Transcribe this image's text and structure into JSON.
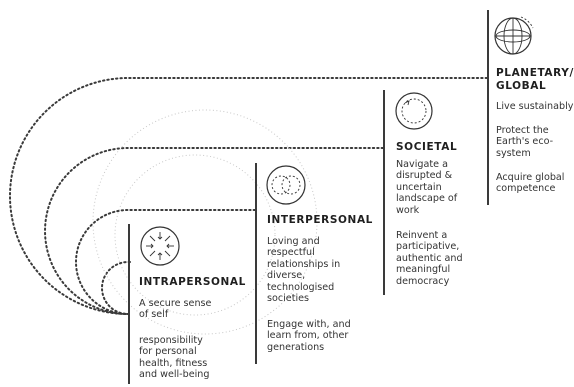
{
  "levels": {
    "intrapersonal": {
      "title": "INTRAPERSONAL",
      "items": [
        "A secure sense of self",
        "responsibility for personal health, fitness and well-being"
      ],
      "icon": "inward-arrows-circle-icon"
    },
    "interpersonal": {
      "title": "INTERPERSONAL",
      "items": [
        "Loving and respectful relationships in diverse, technologised societies",
        "Engage with, and learn from, other generations"
      ],
      "icon": "overlapping-circles-icon"
    },
    "societal": {
      "title": "SOCIETAL",
      "items": [
        "Navigate a disrupted & uncertain landscape of work",
        "Reinvent a participative, authentic and meaningful democracy"
      ],
      "icon": "cycle-circle-icon"
    },
    "planetary": {
      "title": "PLANETARY/ GLOBAL",
      "items": [
        "Live sustainably",
        "Protect the Earth's eco-system",
        "Acquire global competence"
      ],
      "icon": "globe-icon"
    }
  },
  "colors": {
    "line": "#3a3a3a",
    "ring": "#c8c8c8",
    "text": "#333333"
  }
}
